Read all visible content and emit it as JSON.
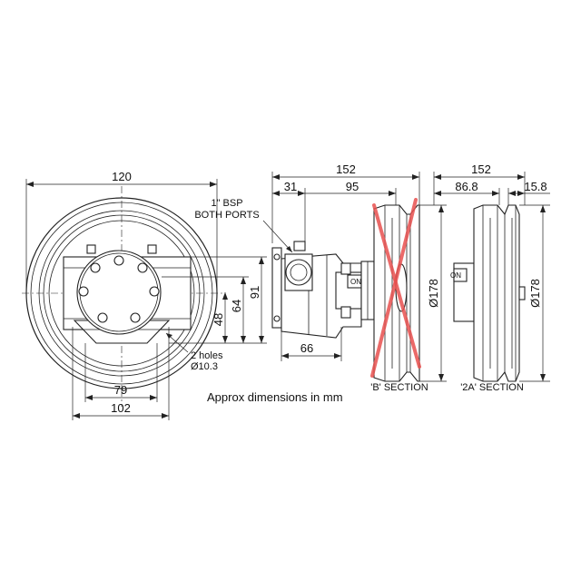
{
  "dimensions": {
    "front_width": "120",
    "side_length": "152",
    "flange_offset": "31",
    "body_length": "95",
    "height_91": "91",
    "height_64": "64",
    "height_48": "48",
    "shaft_66": "66",
    "base_79": "79",
    "base_102": "102",
    "dia_178_b": "Ø178",
    "dia_178_2a": "Ø178",
    "length_2a": "152",
    "offset_86_8": "86.8",
    "offset_15_8": "15.8"
  },
  "labels": {
    "ports_line1": "1\" BSP",
    "ports_line2": "BOTH PORTS",
    "holes_line1": "2 holes",
    "holes_line2": "Ø10.3",
    "on_b": "ON",
    "on_2a": "ON",
    "section_b": "'B' SECTION",
    "section_2a": "'2A' SECTION",
    "note": "Approx dimensions in mm"
  },
  "colors": {
    "line": "#222222",
    "cross": "#e8514f"
  }
}
